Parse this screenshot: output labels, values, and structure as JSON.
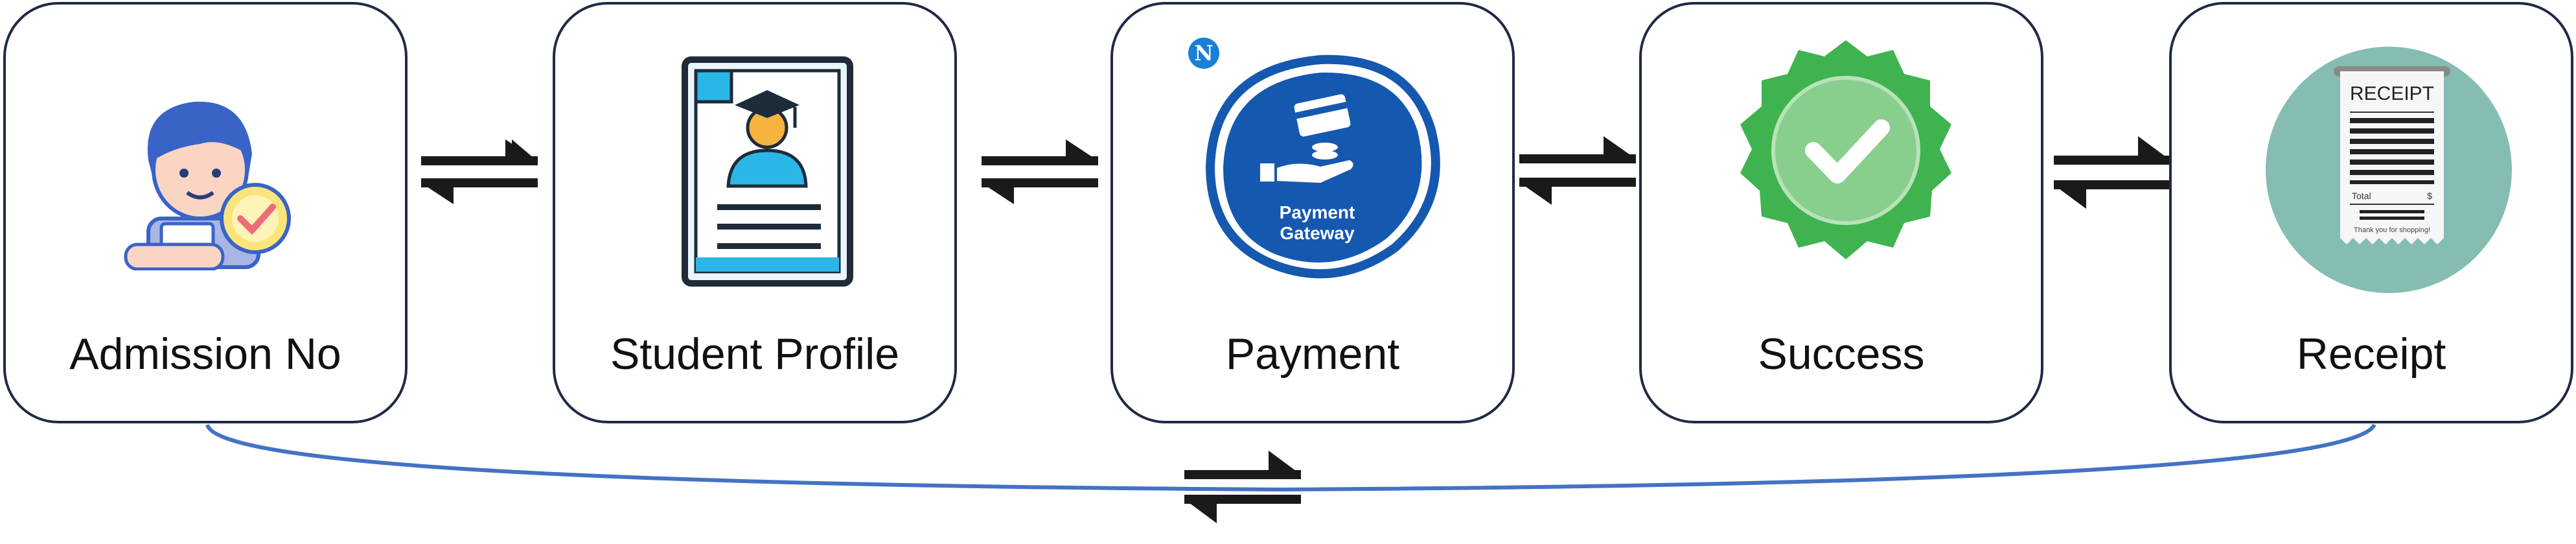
{
  "steps": [
    {
      "label": "Admission No",
      "icon": "student-check-icon"
    },
    {
      "label": "Student Profile",
      "icon": "graduate-profile-document-icon"
    },
    {
      "label": "Payment",
      "icon": "payment-gateway-icon",
      "icon_text_line1": "Payment",
      "icon_text_line2": "Gateway",
      "badge": "N"
    },
    {
      "label": "Success",
      "icon": "success-check-badge-icon"
    },
    {
      "label": "Receipt",
      "icon": "receipt-icon",
      "icon_text": "RECEIPT",
      "total_label": "Total",
      "total_symbol": "$",
      "footer": "Thank you for shopping!"
    }
  ],
  "colors": {
    "card_border": "#1f2a44",
    "connector": "#4472c4",
    "arrow": "#1a1a1a",
    "payment_blue": "#1558b0",
    "success_green": "#3fb34f",
    "receipt_teal": "#86bdb3"
  },
  "connectors": {
    "between_steps": "bidirectional-arrows",
    "bottom_link": "bidirectional-arrows"
  }
}
